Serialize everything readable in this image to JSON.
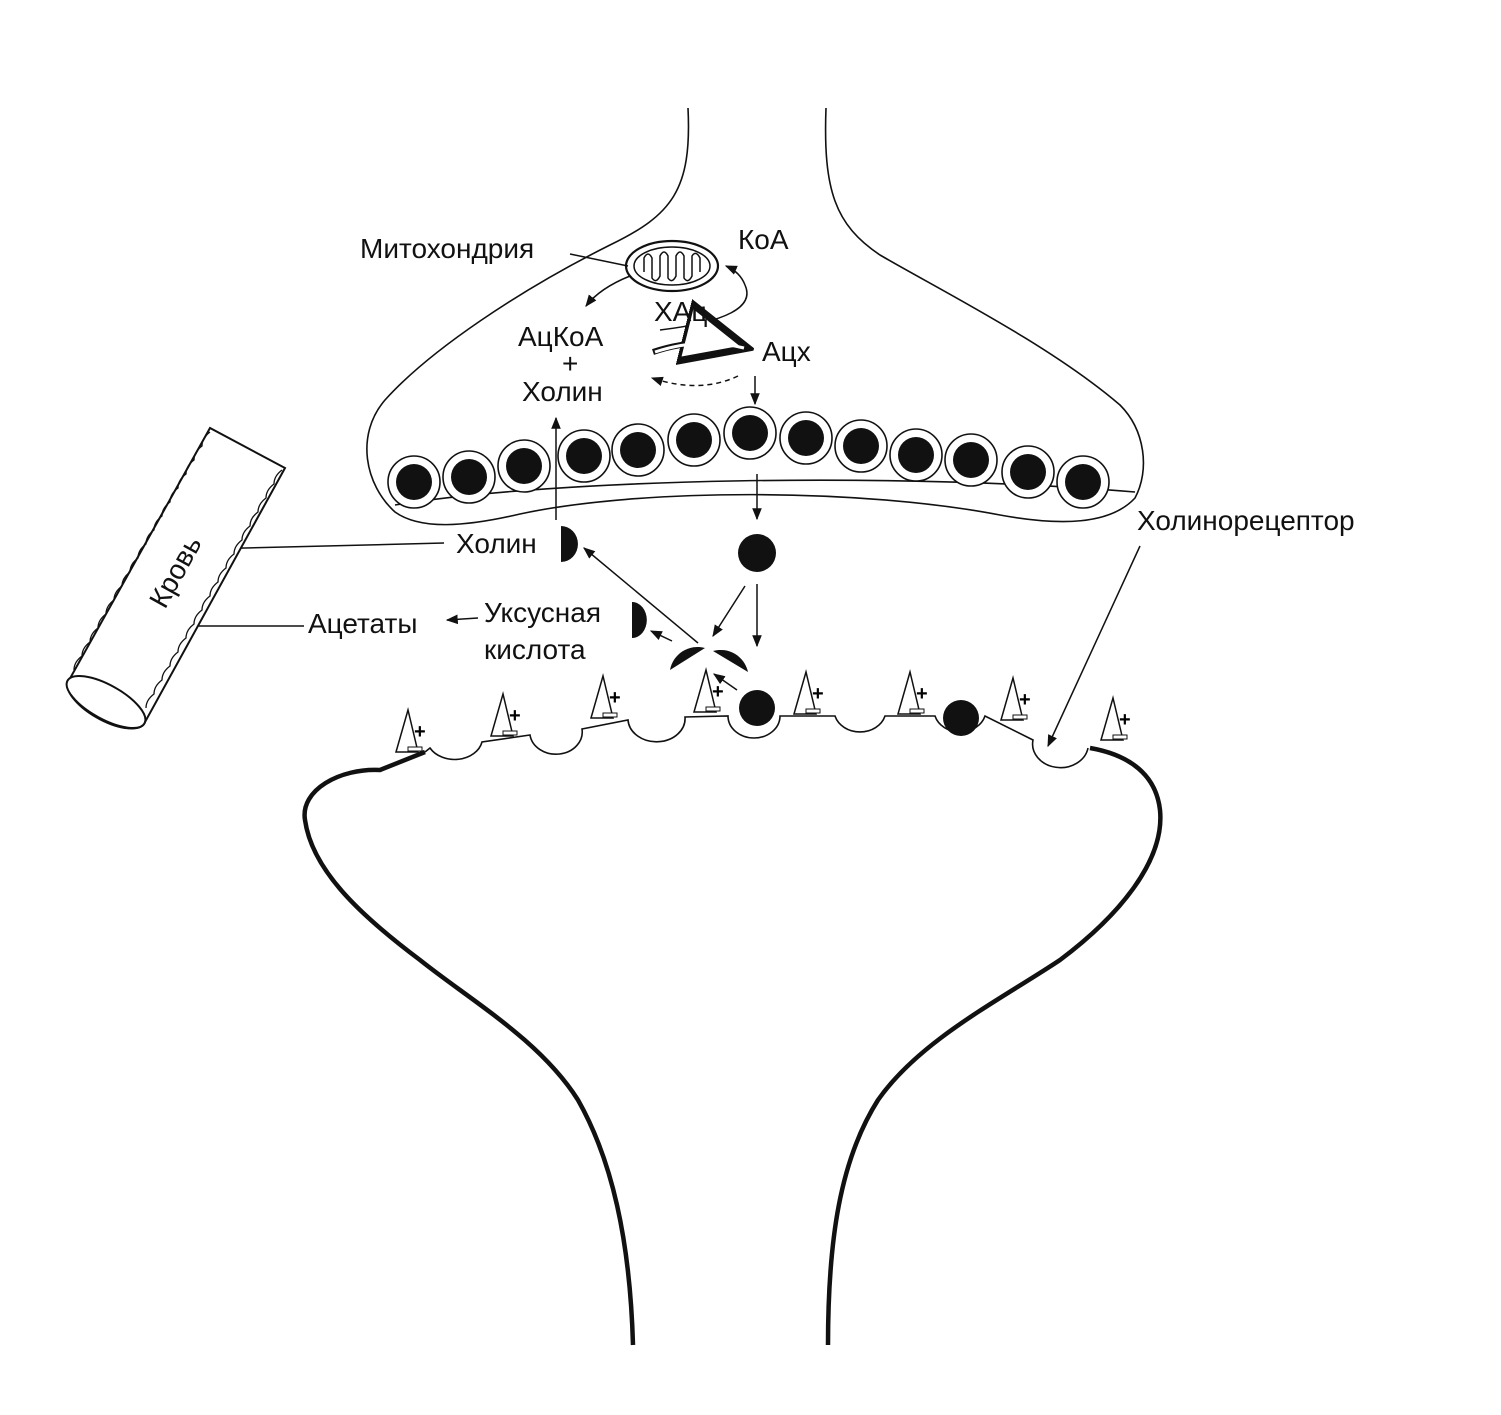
{
  "labels": {
    "mitochondria": "Митохондрия",
    "coa": "КоА",
    "chat": "ХАц",
    "acetyl_coa": "АцКоА",
    "plus": "+",
    "choline_top": "Холин",
    "ach": "Ацх",
    "choline_cleft": "Холин",
    "blood": "Кровь",
    "acetates": "Ацетаты",
    "acetic_acid_1": "Уксусная",
    "acetic_acid_2": "кислота",
    "cholinoreceptor": "Холинорецептор"
  },
  "colors": {
    "ink": "#111111",
    "background": "#ffffff"
  }
}
